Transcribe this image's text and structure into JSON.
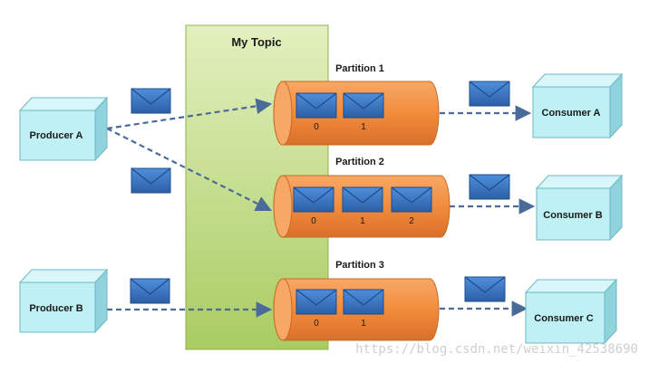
{
  "diagram": {
    "topic": {
      "label": "My Topic"
    },
    "producers": [
      {
        "label": "Producer A"
      },
      {
        "label": "Producer B"
      }
    ],
    "consumers": [
      {
        "label": "Consumer A"
      },
      {
        "label": "Consumer B"
      },
      {
        "label": "Consumer C"
      }
    ],
    "partitions": [
      {
        "label": "Partition 1",
        "offsets": [
          "0",
          "1"
        ]
      },
      {
        "label": "Partition 2",
        "offsets": [
          "0",
          "1",
          "2"
        ]
      },
      {
        "label": "Partition 3",
        "offsets": [
          "0",
          "1"
        ]
      }
    ],
    "icons": {
      "message": "envelope-icon"
    },
    "colors": {
      "topic_fill": "#cfe4a0",
      "partition_fill": "#f28c3c",
      "envelope_fill": "#3b78c4",
      "box_fill": "#bff0f4",
      "arrow": "#4a6a9a"
    }
  },
  "watermark": {
    "text": "https://blog.csdn.net/weixin_42538690"
  }
}
